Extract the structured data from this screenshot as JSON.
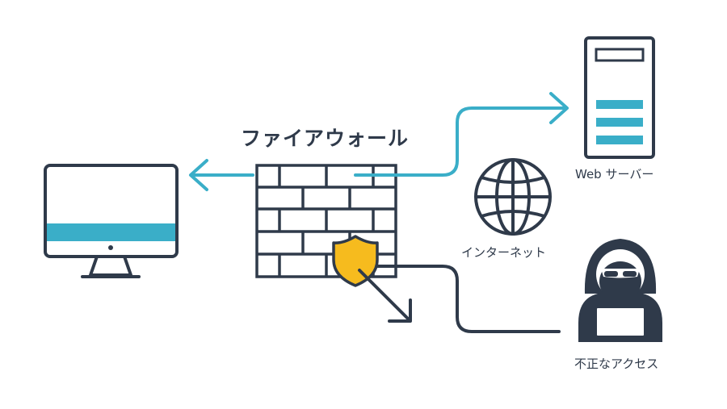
{
  "labels": {
    "firewall": "ファイアウォール",
    "web_server": "Web サーバー",
    "internet": "インターネット",
    "unauthorized_access": "不正なアクセス"
  },
  "icons": {
    "computer": "desktop-monitor-icon",
    "firewall": "brick-wall-icon",
    "shield": "shield-icon",
    "server": "server-tower-icon",
    "internet": "globe-icon",
    "attacker": "hooded-hacker-icon"
  },
  "colors": {
    "outline": "#2f3a4a",
    "accent": "#3aaec8",
    "shield": "#f6bb1e",
    "background": "#ffffff"
  }
}
